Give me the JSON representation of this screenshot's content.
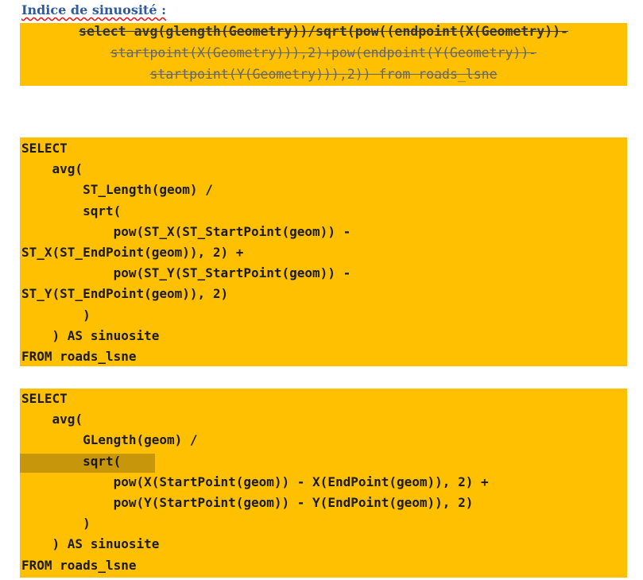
{
  "title": "Indice de sinuosité :",
  "old_query": {
    "line1": "select avg(glength(Geometry))/sqrt(pow((endpoint(X(Geometry))-",
    "line2": "startpoint(X(Geometry))),2)+pow(endpoint(Y(Geometry))-",
    "line3": "startpoint(Y(Geometry))),2)) from roads_lsne"
  },
  "query1": {
    "lines": [
      "SELECT",
      "    avg(",
      "        ST_Length(geom) /",
      "        sqrt(",
      "            pow(ST_X(ST_StartPoint(geom)) -",
      "ST_X(ST_EndPoint(geom)), 2) +",
      "            pow(ST_Y(ST_StartPoint(geom)) -",
      "ST_Y(ST_EndPoint(geom)), 2)",
      "        )",
      "    ) AS sinuosite",
      "FROM roads_lsne"
    ]
  },
  "query2": {
    "lines": [
      "SELECT",
      "    avg(",
      "        GLength(geom) /",
      "        sqrt(",
      "            pow(X(StartPoint(geom)) - X(EndPoint(geom)), 2) +",
      "            pow(Y(StartPoint(geom)) - Y(EndPoint(geom)), 2)",
      "        )",
      "    ) AS sinuosite",
      "FROM roads_lsne"
    ]
  },
  "colors": {
    "block_bg": "#fec000",
    "title": "#2e5aa0",
    "selection": "#c8960a"
  }
}
